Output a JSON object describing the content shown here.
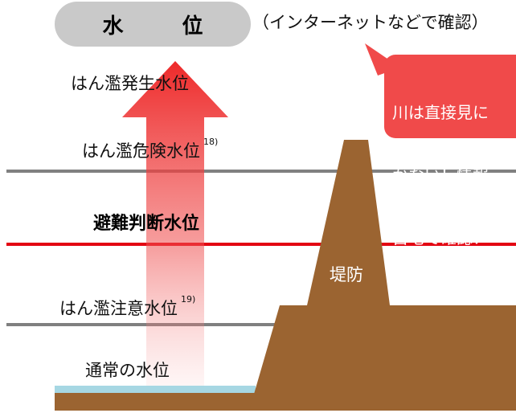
{
  "header": {
    "title": "水 位",
    "note": "（インターネットなどで確認）"
  },
  "callout": {
    "lines": [
      "川は直接見に",
      "かない！情報",
      "自宅で確認！"
    ]
  },
  "levels": [
    {
      "id": "flood-occurrence",
      "label": "はん濫発生水位",
      "sup": ""
    },
    {
      "id": "flood-danger",
      "label": "はん濫危険水位",
      "sup": "18)"
    },
    {
      "id": "evacuation-judgment",
      "label": "避難判断水位",
      "sup": ""
    },
    {
      "id": "flood-caution",
      "label": "はん濫注意水位",
      "sup": "19)"
    },
    {
      "id": "normal",
      "label": "通常の水位",
      "sup": ""
    }
  ],
  "levee": {
    "label": "堤防"
  },
  "colors": {
    "pill": "#c9c9c9",
    "callout": "#f04a4a",
    "arrow": "#ee2a2a",
    "levee": "#9b6431",
    "water": "#a6d7e3",
    "ground": "#9b6431",
    "line_gray": "#808080",
    "line_red": "#e30613"
  }
}
